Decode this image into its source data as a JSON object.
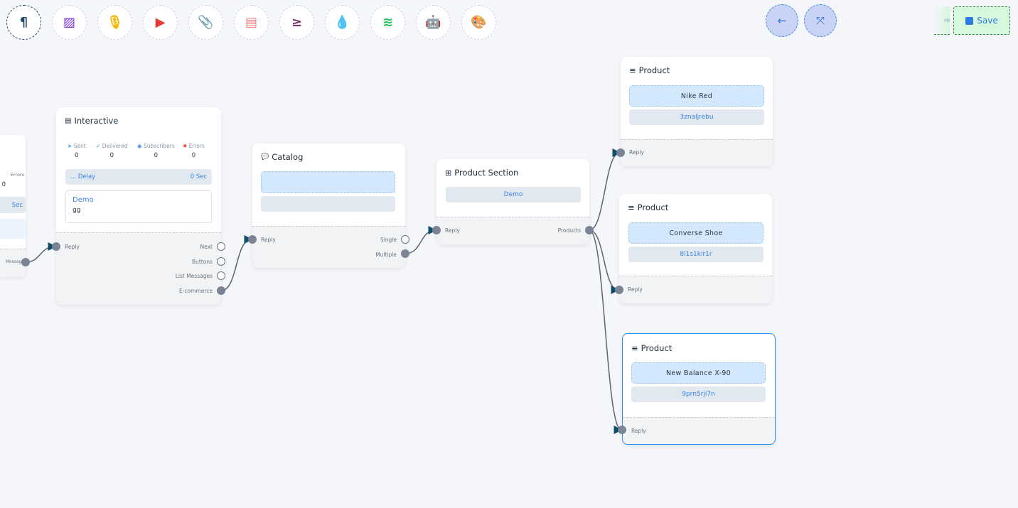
{
  "toolbar": {
    "tools": [
      {
        "icon": "paragraph-icon",
        "glyph": "¶",
        "color": "#1b4a6b",
        "active": true
      },
      {
        "icon": "image-icon",
        "glyph": "▨",
        "color": "#7b2ff0"
      },
      {
        "icon": "microphone-icon",
        "glyph": "🎙",
        "color": "#f4b400"
      },
      {
        "icon": "youtube-icon",
        "glyph": "▶",
        "color": "#e53935"
      },
      {
        "icon": "paperclip-icon",
        "glyph": "📎",
        "color": "#2e9d4a"
      },
      {
        "icon": "newspaper-icon",
        "glyph": "▤",
        "color": "#f47c7c"
      },
      {
        "icon": "greater-equal-icon",
        "glyph": "≥",
        "color": "#7a3b6b"
      },
      {
        "icon": "droplet-icon",
        "glyph": "💧",
        "color": "#c8102e"
      },
      {
        "icon": "stack-icon",
        "glyph": "≋",
        "color": "#22c55e"
      },
      {
        "icon": "robot-icon",
        "glyph": "🤖",
        "color": "#1d1dd6"
      },
      {
        "icon": "palette-icon",
        "glyph": "🎨",
        "color": "#22c55e"
      }
    ],
    "back_glyph": "←",
    "compress_glyph": "⤧",
    "save_label": "Save",
    "ghost_label": "re"
  },
  "partial_node": {
    "errors_label": "Errors",
    "errors_value": "0",
    "delay_unit": "Sec",
    "output_label": "Message"
  },
  "interactive": {
    "title": "Interactive",
    "stats": [
      {
        "label": "Sent",
        "value": "0",
        "color": "#3aa0e8"
      },
      {
        "label": "Delivered",
        "value": "0",
        "color": "#22b14c"
      },
      {
        "label": "Subscribers",
        "value": "0",
        "color": "#3b82e6"
      },
      {
        "label": "Errors",
        "value": "0",
        "color": "#ef4444"
      }
    ],
    "delay_label": "... Delay",
    "delay_value": "0 Sec",
    "message_title": "Demo",
    "message_body": "gg",
    "input": "Reply",
    "outputs": [
      "Next",
      "Buttons",
      "List Messages",
      "E-commerce"
    ]
  },
  "catalog": {
    "title": "Catalog",
    "input": "Reply",
    "outputs": [
      "Single",
      "Multiple"
    ]
  },
  "product_section": {
    "title": "Product Section",
    "name": "Demo",
    "input": "Reply",
    "output": "Products"
  },
  "products": [
    {
      "title": "Product",
      "name": "Nike Red",
      "sku": "3znaljrebu",
      "input": "Reply"
    },
    {
      "title": "Product",
      "name": "Converse Shoe",
      "sku": "8l1s1kir1r",
      "input": "Reply"
    },
    {
      "title": "Product",
      "name": "New Balance X-90",
      "sku": "9prn5rji7n",
      "input": "Reply",
      "selected": true
    }
  ],
  "colors": {
    "accent": "#3b82e6",
    "edge": "#5b6470",
    "arrow": "#0f4c6b",
    "selected_border": "#2d8cf0"
  }
}
